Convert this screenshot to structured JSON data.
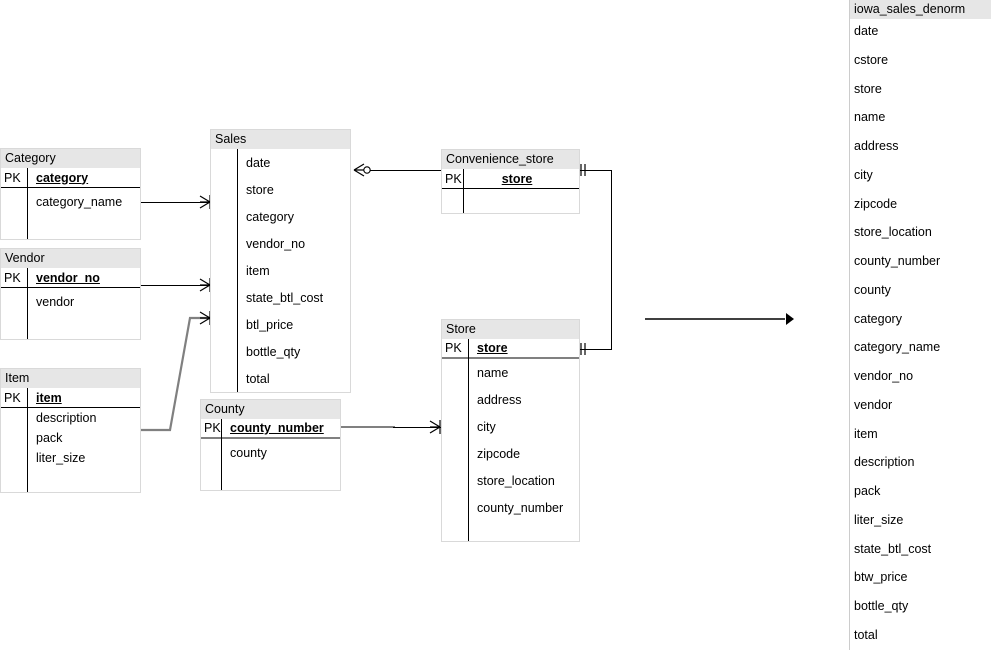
{
  "diagram": {
    "title": "iowa_sales_denorm",
    "entities": [
      {
        "id": "category",
        "name": "Category",
        "key_label": "PK",
        "pk": "category",
        "attributes": [
          "category_name"
        ]
      },
      {
        "id": "vendor",
        "name": "Vendor",
        "key_label": "PK",
        "pk": "vendor_no",
        "attributes": [
          "vendor"
        ]
      },
      {
        "id": "item",
        "name": "Item",
        "key_label": "PK",
        "pk": "item",
        "attributes": [
          "description",
          "pack",
          "liter_size"
        ]
      },
      {
        "id": "sales",
        "name": "Sales",
        "key_label": "",
        "pk": "",
        "attributes": [
          "date",
          "store",
          "category",
          "vendor_no",
          "item",
          "state_btl_cost",
          "btl_price",
          "bottle_qty",
          "total"
        ]
      },
      {
        "id": "county",
        "name": "County",
        "key_label": "PK",
        "pk": "county_number",
        "attributes": [
          "county"
        ]
      },
      {
        "id": "convenience_store",
        "name": "Convenience_store",
        "key_label": "PK",
        "pk": "store",
        "attributes": [
          ""
        ]
      },
      {
        "id": "store",
        "name": "Store",
        "key_label": "PK",
        "pk": "store",
        "attributes": [
          "name",
          "address",
          "city",
          "zipcode",
          "store_location",
          "county_number"
        ]
      }
    ],
    "relationships": [
      {
        "id": "category-sales",
        "from": "Category",
        "to": "Sales",
        "from_cardinality": "one",
        "to_cardinality": "many"
      },
      {
        "id": "vendor-sales",
        "from": "Vendor",
        "to": "Sales",
        "from_cardinality": "one",
        "to_cardinality": "many"
      },
      {
        "id": "item-sales",
        "from": "Item",
        "to": "Sales",
        "from_cardinality": "one",
        "to_cardinality": "many"
      },
      {
        "id": "sales-convenience_store",
        "from": "Sales",
        "to": "Convenience_store",
        "from_cardinality": "zero-or-many",
        "to_cardinality": "one"
      },
      {
        "id": "convenience_store-store",
        "from": "Convenience_store",
        "to": "Store",
        "from_cardinality": "one",
        "to_cardinality": "one"
      },
      {
        "id": "county-store",
        "from": "County",
        "to": "Store",
        "from_cardinality": "one",
        "to_cardinality": "many"
      }
    ],
    "transform_arrow": {
      "label": "",
      "direction": "right"
    }
  },
  "denorm_table": {
    "title": "iowa_sales_denorm",
    "columns": [
      "date",
      "cstore",
      "store",
      "name",
      "address",
      "city",
      "zipcode",
      "store_location",
      "county_number",
      "county",
      "category",
      "category_name",
      "vendor_no",
      "vendor",
      "item",
      "description",
      "pack",
      "liter_size",
      "state_btl_cost",
      "btw_price",
      "bottle_qty",
      "total"
    ]
  },
  "colors": {
    "header_bg": "#e6e6e6",
    "border": "#d9d9d9",
    "line": "#000000",
    "selected_line": "#808080"
  }
}
